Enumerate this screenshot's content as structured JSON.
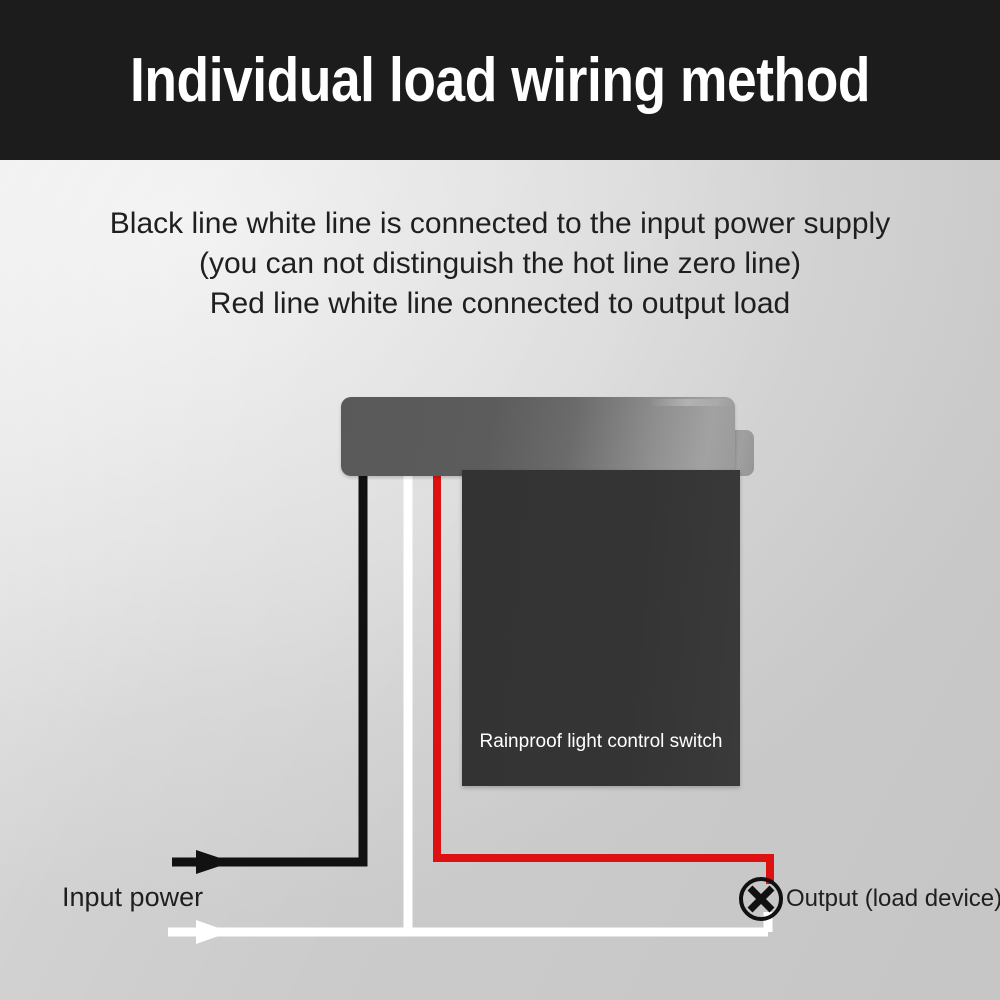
{
  "header": {
    "title": "Individual load wiring method",
    "background_color": "#1c1c1c",
    "text_color": "#ffffff"
  },
  "description": {
    "lines": [
      "Black line white line is connected to the input power supply",
      "(you can not distinguish the hot line zero line)",
      "Red line white line connected to output load"
    ]
  },
  "device": {
    "label": "Rainproof light control switch",
    "cap_color": "#6b6b6b",
    "body_color": "#343434"
  },
  "diagram": {
    "input_label": "Input power",
    "output_label": "Output (load device)",
    "load_symbol": "cross-in-circle",
    "wires": [
      {
        "name": "black-wire",
        "color": "#111111",
        "role": "input live"
      },
      {
        "name": "white-wire",
        "color": "#ffffff",
        "role": "input neutral / output neutral"
      },
      {
        "name": "red-wire",
        "color": "#dd1111",
        "role": "output live"
      }
    ]
  },
  "colors": {
    "black_wire": "#111111",
    "white_wire": "#ffffff",
    "red_wire": "#dd1111",
    "background_light": "#eeeeee",
    "background_dark": "#cbcbcb"
  }
}
